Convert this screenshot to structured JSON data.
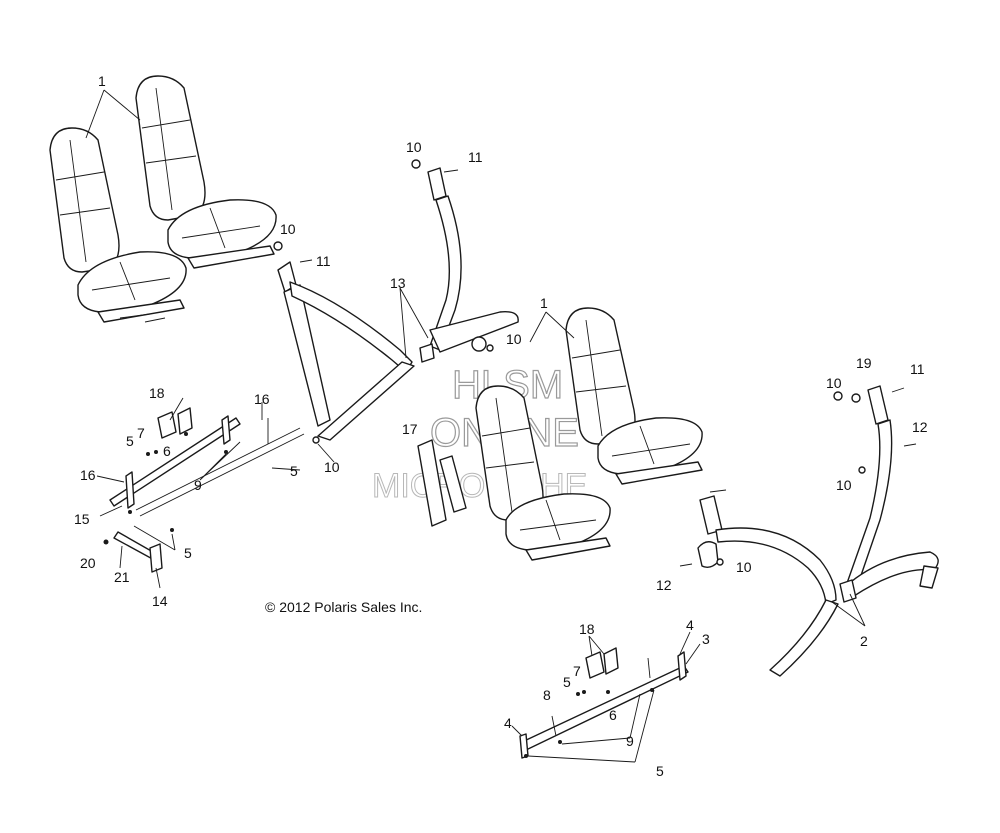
{
  "copyright": "© 2012 Polaris Sales Inc.",
  "watermark": {
    "line1": "HLSM",
    "line2": "ONLINE",
    "line3": "MICROFICHE"
  },
  "callouts": {
    "c1a": "1",
    "c1b": "1",
    "c2": "2",
    "c3": "3",
    "c4a": "4",
    "c4b": "4",
    "c5a": "5",
    "c5b": "5",
    "c5c": "5",
    "c5d": "5",
    "c5e": "5",
    "c6a": "6",
    "c6b": "6",
    "c7a": "7",
    "c7b": "7",
    "c8": "8",
    "c9a": "9",
    "c9b": "9",
    "c10a": "10",
    "c10b": "10",
    "c10c": "10",
    "c10d": "10",
    "c10e": "10",
    "c10f": "10",
    "c10g": "10",
    "c11a": "11",
    "c11b": "11",
    "c11c": "11",
    "c12a": "12",
    "c12b": "12",
    "c13": "13",
    "c14": "14",
    "c15": "15",
    "c16a": "16",
    "c16b": "16",
    "c17": "17",
    "c18a": "18",
    "c18b": "18",
    "c19": "19",
    "c20": "20",
    "c21": "21"
  }
}
